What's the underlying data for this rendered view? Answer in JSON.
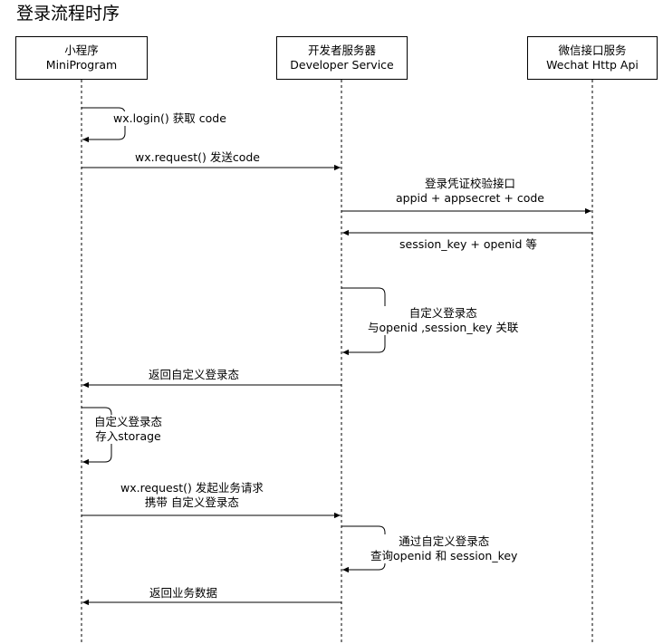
{
  "title": "登录流程时序",
  "participants": [
    {
      "name": "小程序",
      "sub": "MiniProgram"
    },
    {
      "name": "开发者服务器",
      "sub": "Developer Service"
    },
    {
      "name": "微信接口服务",
      "sub": "Wechat Http Api"
    }
  ],
  "messages": [
    {
      "from": "mini",
      "to": "mini",
      "kind": "self",
      "lines": [
        "wx.login() 获取 code"
      ]
    },
    {
      "from": "mini",
      "to": "dev",
      "kind": "call",
      "lines": [
        "wx.request() 发送code"
      ]
    },
    {
      "from": "dev",
      "to": "wx",
      "kind": "call",
      "lines": [
        "登录凭证校验接口",
        "appid + appsecret + code"
      ]
    },
    {
      "from": "wx",
      "to": "dev",
      "kind": "return",
      "lines": [
        "session_key + openid 等"
      ]
    },
    {
      "from": "dev",
      "to": "dev",
      "kind": "self",
      "lines": [
        "自定义登录态",
        "与openid ,session_key 关联"
      ]
    },
    {
      "from": "dev",
      "to": "mini",
      "kind": "return",
      "lines": [
        "返回自定义登录态"
      ]
    },
    {
      "from": "mini",
      "to": "mini",
      "kind": "self",
      "lines": [
        "自定义登录态",
        "存入storage"
      ]
    },
    {
      "from": "mini",
      "to": "dev",
      "kind": "call",
      "lines": [
        "wx.request() 发起业务请求",
        "携带 自定义登录态"
      ]
    },
    {
      "from": "dev",
      "to": "dev",
      "kind": "self",
      "lines": [
        "通过自定义登录态",
        "查询openid 和 session_key"
      ]
    },
    {
      "from": "dev",
      "to": "mini",
      "kind": "return",
      "lines": [
        "返回业务数据"
      ]
    }
  ]
}
